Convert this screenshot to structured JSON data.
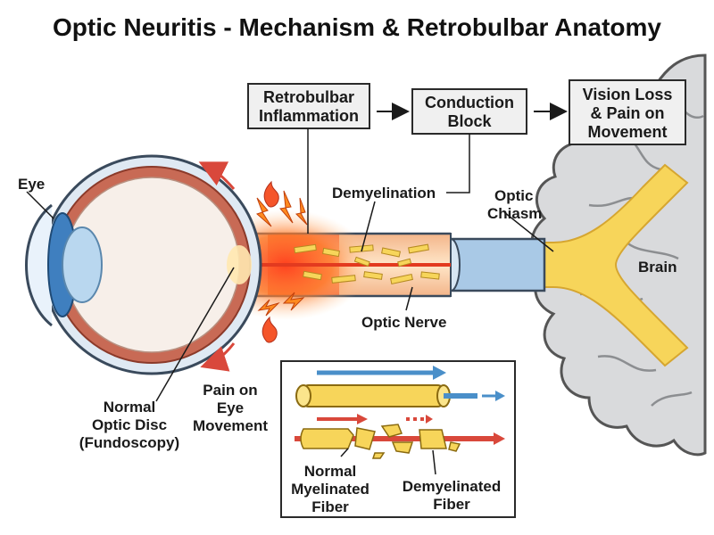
{
  "title": "Optic Neuritis - Mechanism & Retrobulbar Anatomy",
  "flow": {
    "box1": [
      "Retrobulbar",
      "Inflammation"
    ],
    "box2": [
      "Conduction",
      "Block"
    ],
    "box3": [
      "Vision Loss",
      "& Pain on",
      "Movement"
    ]
  },
  "labels": {
    "eye": "Eye",
    "demyelination": "Demyelination",
    "optic_chiasm": [
      "Optic",
      "Chiasm"
    ],
    "brain": "Brain",
    "optic_nerve": "Optic Nerve",
    "normal_disc": [
      "Normal",
      "Optic Disc",
      "(Fundoscopy)"
    ],
    "pain": [
      "Pain on",
      "Eye",
      "Movement"
    ],
    "normal_fiber": [
      "Normal",
      "Myelinated",
      "Fiber"
    ],
    "demyelinated_fiber": [
      "Demyelinated",
      "Fiber"
    ]
  },
  "colors": {
    "myelin": "#f7d55a",
    "axon_normal": "#4a8fc9",
    "axon_damaged": "#d9483b",
    "inflammation": "#f5552a",
    "brain": "#d9dadc",
    "sheath": "#a9c9e6"
  }
}
